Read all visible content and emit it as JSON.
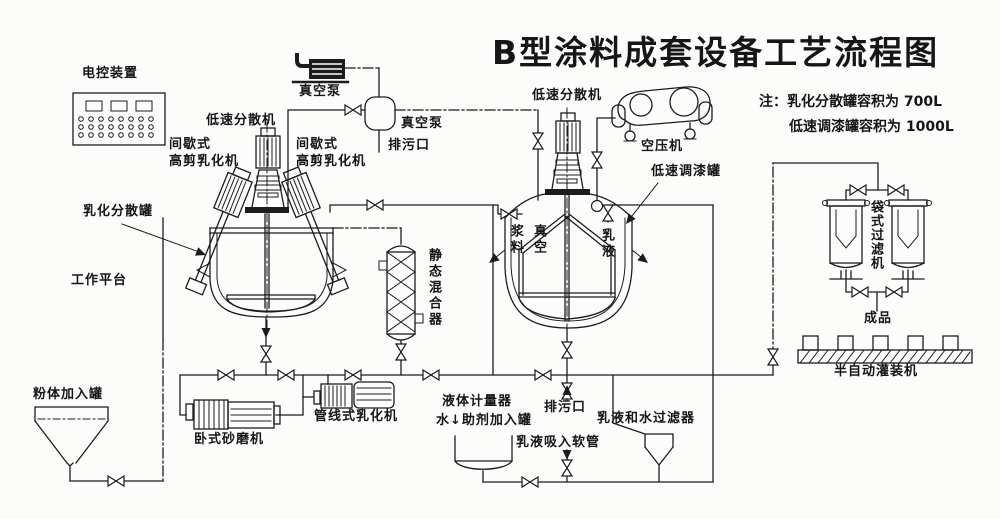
{
  "title": "B型涂料成套设备工艺流程图",
  "note": {
    "prefix": "注：",
    "line1": "乳化分散罐容积为 700L",
    "line2": "低速调漆罐容积为 1000L"
  },
  "labels": {
    "control_panel": "电控装置",
    "vacuum_pump": "真空泵",
    "disperser_left": "低速分散机",
    "hs_emulsifier_left": "间歇式\n高剪乳化机",
    "hs_emulsifier_right": "间歇式\n高剪乳化机",
    "emulsify_tank": "乳化分散罐",
    "work_platform": "工作平台",
    "vacuum_vessel": "真空泵",
    "drain_top": "排污口",
    "disperser_right": "低速分散机",
    "air_compressor": "空压机",
    "paint_tank": "低速调漆罐",
    "slurry": "浆料",
    "vacuum": "真空",
    "emulsion": "乳液",
    "static_mixer": "静态混合器",
    "bag_filter": "袋式过滤机",
    "finished_product": "成品",
    "filling_machine": "半自动灌装机",
    "powder_tank": "粉体加入罐",
    "sand_mill": "卧式砂磨机",
    "pipeline_emulsifier": "管线式乳化机",
    "liquid_meter": "液体计量器",
    "water_additive_tank": "水↓助剂加入罐",
    "drain_bottom": "排污口",
    "emulsion_water_filter": "乳液和水过滤器",
    "emulsion_hose": "乳液吸入软管"
  }
}
